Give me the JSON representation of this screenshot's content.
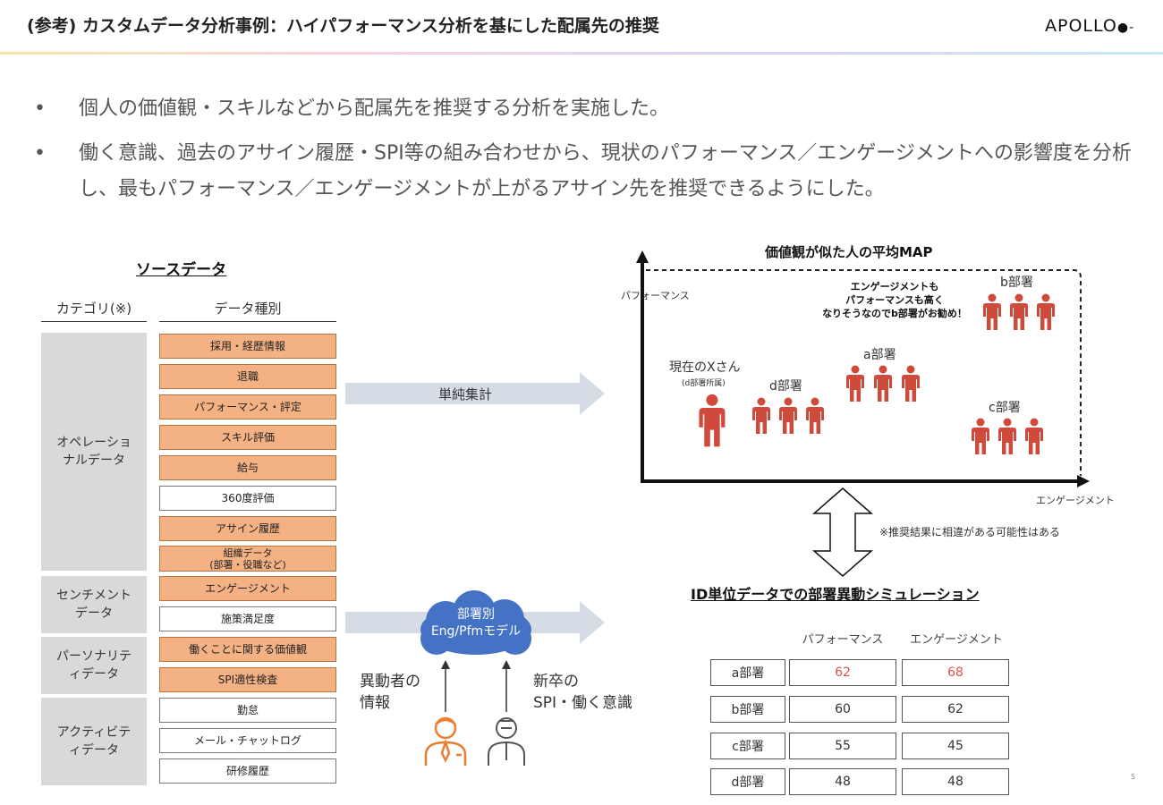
{
  "header": {
    "title": "(参考) カスタムデータ分析事例：ハイパフォーマンス分析を基にした配属先の推奨",
    "logo": "APOLLO"
  },
  "bullets": [
    {
      "mark": "•",
      "text": "個人の価値観・スキルなどから配属先を推奨する分析を実施した。"
    },
    {
      "mark": "•",
      "text": "働く意識、過去のアサイン履歴・SPI等の組み合わせから、現状のパフォーマンス／エンゲージメントへの影響度を分析し、最もパフォーマンス／エンゲージメントが上がるアサイン先を推奨できるようにした。"
    }
  ],
  "source": {
    "title": "ソースデータ",
    "col_category": "カテゴリ(※)",
    "col_type": "データ種別",
    "categories": [
      {
        "label": "オペレーショナルデータ"
      },
      {
        "label": "センチメントデータ"
      },
      {
        "label": "パーソナリティデータ"
      },
      {
        "label": "アクティビティデータ"
      }
    ],
    "items": [
      {
        "label": "採用・経歴情報",
        "style": "orange"
      },
      {
        "label": "退職",
        "style": "orange"
      },
      {
        "label": "パフォーマンス・評定",
        "style": "orange"
      },
      {
        "label": "スキル評価",
        "style": "orange"
      },
      {
        "label": "給与",
        "style": "orange"
      },
      {
        "label": "360度評価",
        "style": "white"
      },
      {
        "label": "アサイン履歴",
        "style": "orange"
      },
      {
        "label": "組織データ\n(部署・役職など)",
        "style": "orange"
      },
      {
        "label": "エンゲージメント",
        "style": "orange"
      },
      {
        "label": "施策満足度",
        "style": "white"
      },
      {
        "label": "働くことに関する価値観",
        "style": "orange"
      },
      {
        "label": "SPI適性検査",
        "style": "orange"
      },
      {
        "label": "勤怠",
        "style": "white"
      },
      {
        "label": "メール・チャットログ",
        "style": "white"
      },
      {
        "label": "研修履歴",
        "style": "white"
      }
    ]
  },
  "flow": {
    "aggregate_label": "単純集計",
    "model_label": "部署別\nEng/Pfmモデル",
    "transfer_label": "異動者の\n情報",
    "newgrad_label": "新卒の\nSPI・働く意識"
  },
  "map": {
    "title": "価値観が似た人の平均MAP",
    "y_label": "パフォーマンス",
    "x_label": "エンゲージメント",
    "recommend_note": "エンゲージメントも\nパフォーマンスも高く\nなりそうなのでb部署がお勧め！",
    "current_person": "現在のXさん",
    "current_sub": "(d部署所属)",
    "depts": {
      "a": "a部署",
      "b": "b部署",
      "c": "c部署",
      "d": "d部署"
    },
    "caveat": "※推奨結果に相違がある可能性はある",
    "person_color": "#d04a3c"
  },
  "simulation": {
    "title": "ID単位データでの部署異動シミュレーション",
    "columns": [
      "パフォーマンス",
      "エンゲージメント"
    ],
    "rows": [
      {
        "dept": "a部署",
        "perf": "62",
        "eng": "68",
        "highlight": true
      },
      {
        "dept": "b部署",
        "perf": "60",
        "eng": "62",
        "highlight": false
      },
      {
        "dept": "c部署",
        "perf": "55",
        "eng": "45",
        "highlight": false
      },
      {
        "dept": "d部署",
        "perf": "48",
        "eng": "48",
        "highlight": false
      }
    ]
  },
  "page_number": "5"
}
